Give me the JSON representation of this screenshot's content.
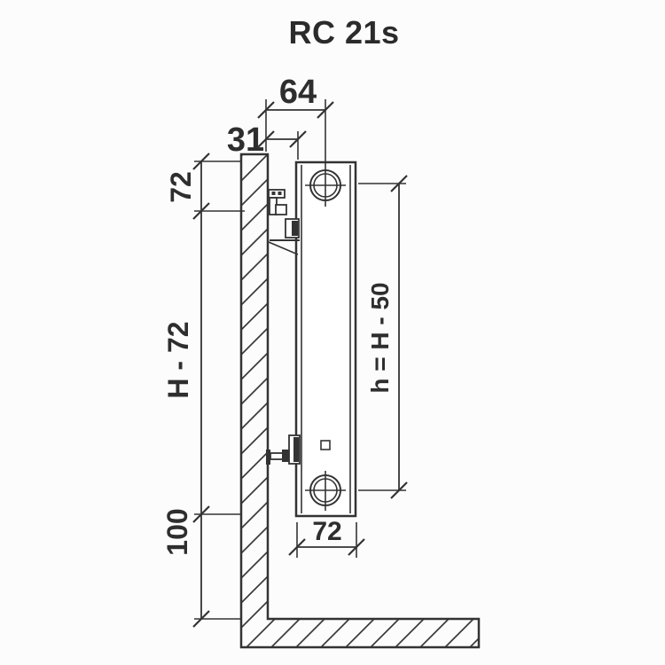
{
  "title": "RC 21s",
  "dimensions": {
    "wall_to_axis": "64",
    "wall_to_back": "31",
    "top_to_bracket": "72",
    "bracket_to_bottom": "H - 72",
    "floor_clearance": "100",
    "connection_spacing": "h = H - 50",
    "radiator_depth": "72"
  },
  "colors": {
    "line": "#333333",
    "background": "#fcfcfc"
  }
}
